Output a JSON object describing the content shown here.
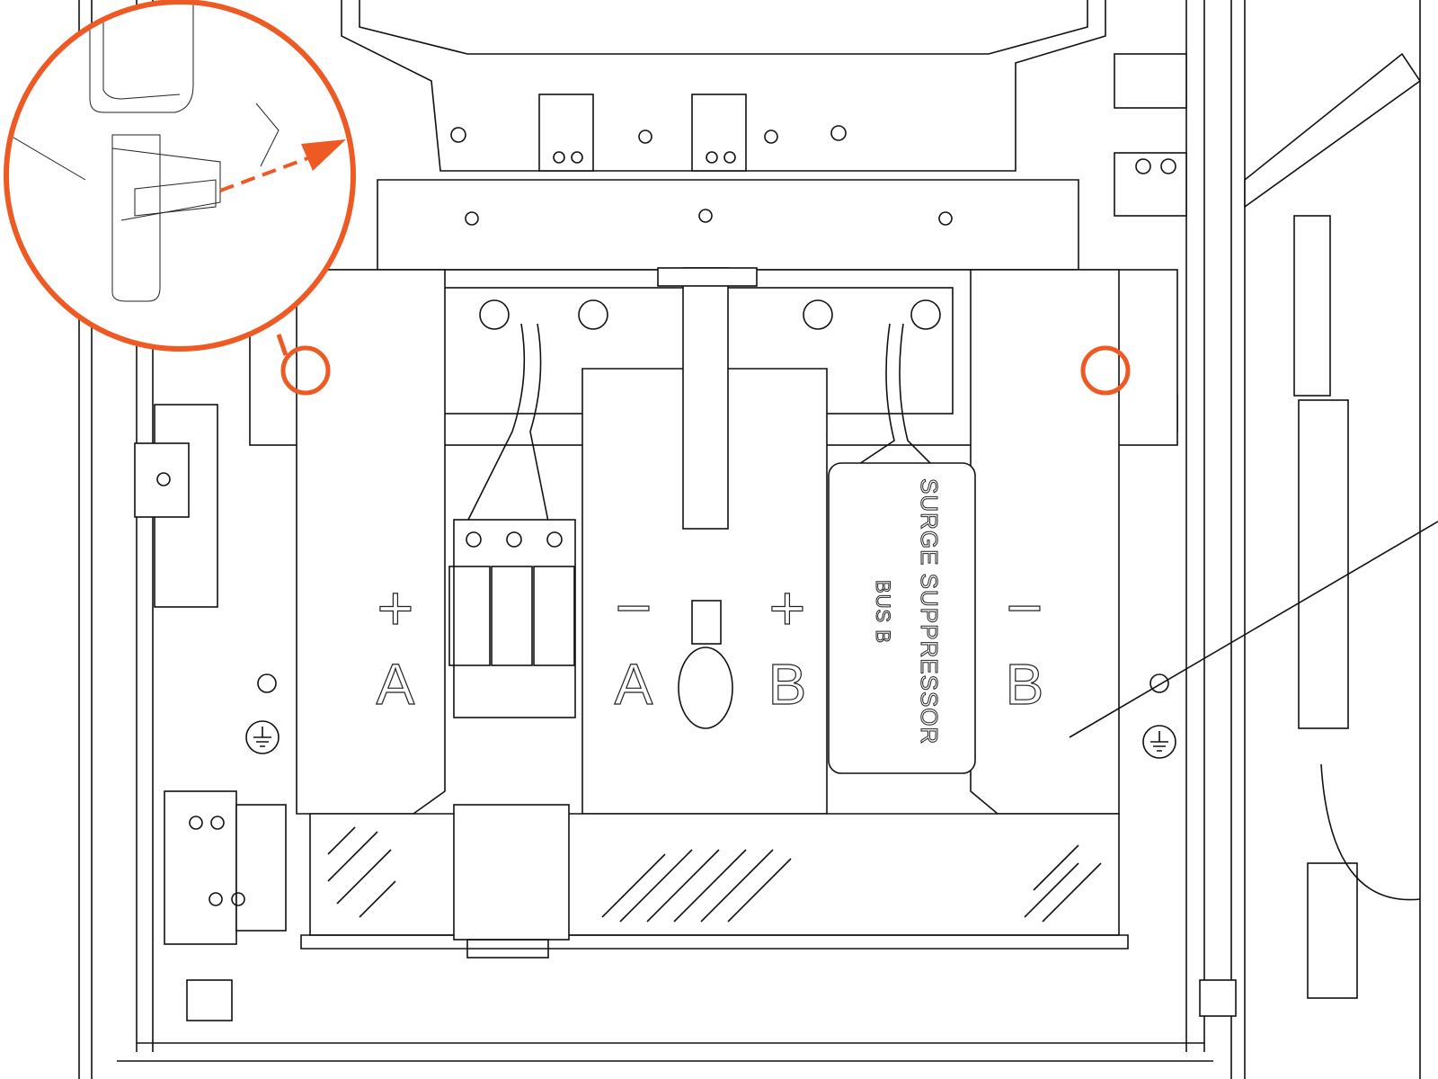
{
  "diagram": {
    "bus_labels": [
      {
        "sign": "+",
        "letter": "A"
      },
      {
        "sign": "−",
        "letter": "A"
      },
      {
        "sign": "+",
        "letter": "B"
      },
      {
        "sign": "−",
        "letter": "B"
      }
    ],
    "surge_suppressor": {
      "line1": "SURGE SUPPRESSOR",
      "line2": "BUS B"
    },
    "callout": {
      "color": "#EE5A24",
      "icon": "detail-magnifier-callout",
      "arrow": "dashed-arrow-right"
    },
    "highlight_markers": [
      "left-clip-marker",
      "right-clip-marker"
    ]
  }
}
